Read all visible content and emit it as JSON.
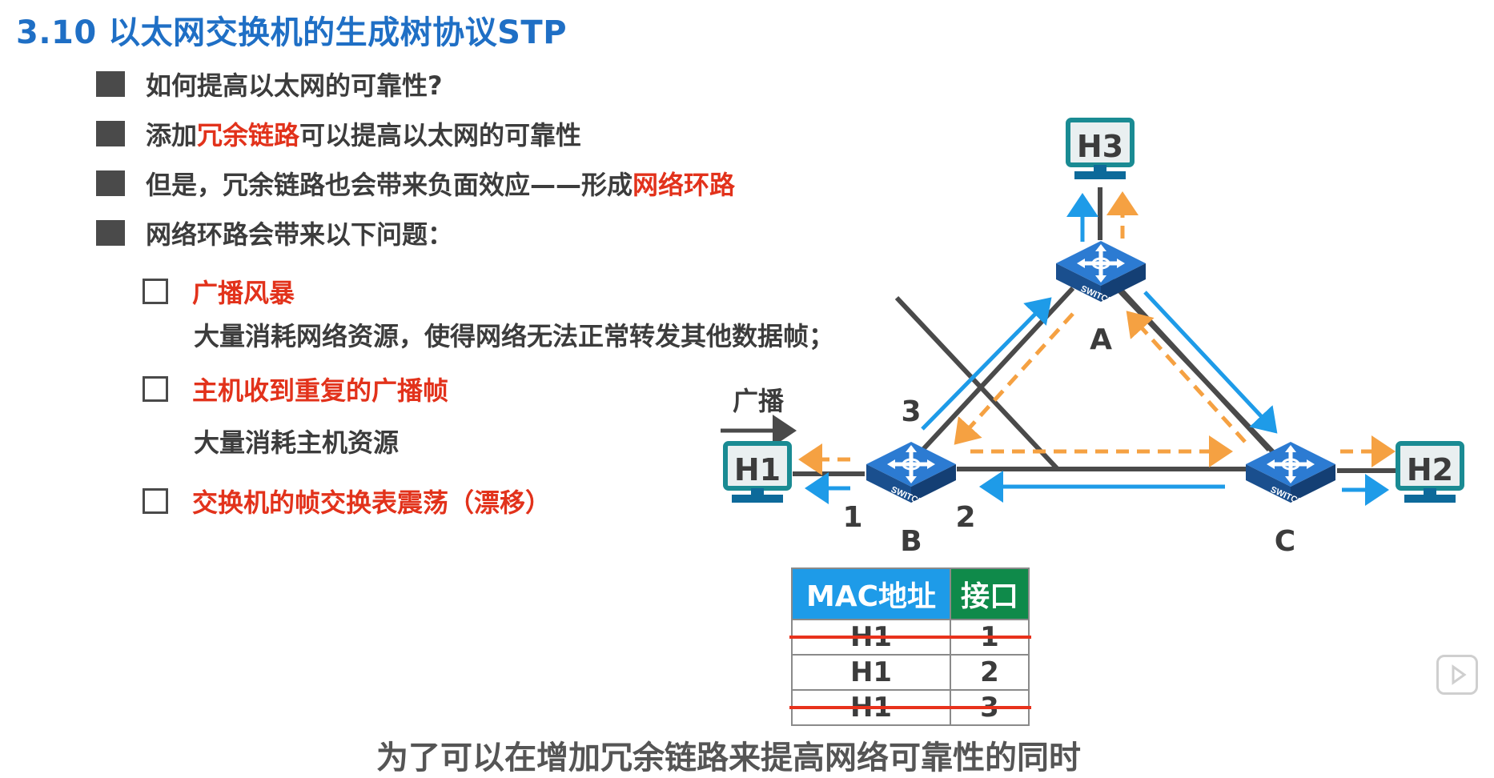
{
  "slide": {
    "title": "3.10 以太网交换机的生成树协议STP",
    "bullets": [
      {
        "prefix": "如何提高以太网的可靠性?",
        "highlight": "",
        "suffix": ""
      },
      {
        "prefix": "添加",
        "highlight": "冗余链路",
        "suffix": "可以提高以太网的可靠性"
      },
      {
        "prefix": "但是，冗余链路也会带来负面效应——形成",
        "highlight": "网络环路",
        "suffix": ""
      },
      {
        "prefix": "网络环路会带来以下问题：",
        "highlight": "",
        "suffix": ""
      }
    ],
    "problems": [
      {
        "title": "广播风暴",
        "description": "大量消耗网络资源，使得网络无法正常转发其他数据帧；"
      },
      {
        "title": "主机收到重复的广播帧",
        "description": "大量消耗主机资源"
      },
      {
        "title": "交换机的帧交换表震荡（漂移）",
        "description": ""
      }
    ]
  },
  "diagram": {
    "hosts": {
      "h1": "H1",
      "h2": "H2",
      "h3": "H3"
    },
    "switches": {
      "a": "A",
      "b": "B",
      "c": "C"
    },
    "switch_label": "SWITCH",
    "ports": {
      "p1": "1",
      "p2": "2",
      "p3": "3"
    },
    "broadcast_label": "广播",
    "colors": {
      "solid_arrow": "#1e9be8",
      "dashed_arrow": "#f5a142",
      "link": "#4a4a4a",
      "host": "#1a8b93",
      "switch": "#1f5fa8"
    }
  },
  "mac_table": {
    "headers": [
      "MAC地址",
      "接口"
    ],
    "rows": [
      {
        "mac": "H1",
        "port": "1",
        "struck": true
      },
      {
        "mac": "H1",
        "port": "2",
        "struck": false
      },
      {
        "mac": "H1",
        "port": "3",
        "struck": true
      }
    ]
  },
  "subtitle": "为了可以在增加冗余链路来提高网络可靠性的同时"
}
